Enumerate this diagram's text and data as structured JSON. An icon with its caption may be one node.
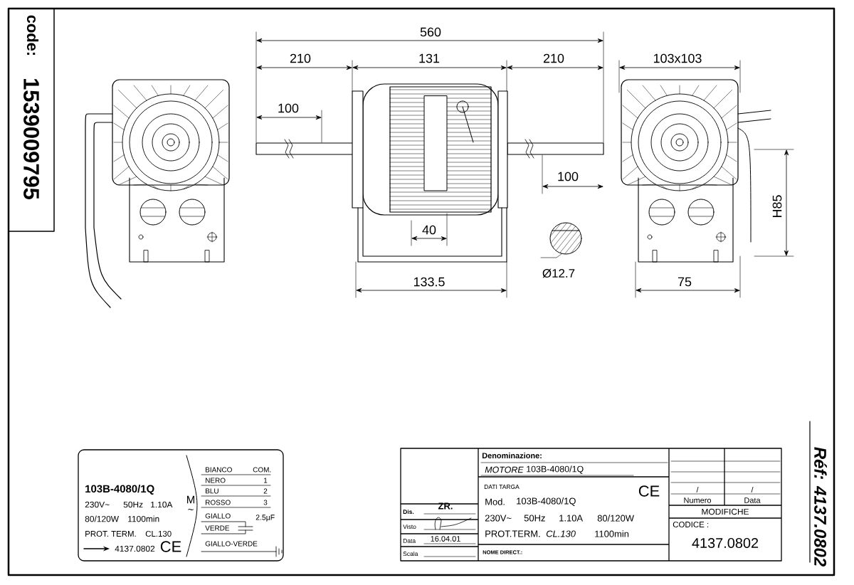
{
  "diagram": {
    "labels": [
      "code:",
      "1539009795",
      "560",
      "210",
      "131",
      "210",
      "103x103",
      "100",
      "100",
      "H85",
      "40",
      "Ø12.7",
      "133.5",
      "75",
      "Réf: 4137.0802",
      "103B-4080/1Q",
      "230V~",
      "50Hz",
      "1.10A",
      "80/120W",
      "1100min",
      "PROT. TERM.",
      "CL.130",
      "4137.0802",
      "CE",
      "M",
      "~",
      "BIANCO",
      "COM.",
      "NERO",
      "1",
      "BLU",
      "2",
      "ROSSO",
      "3",
      "GIALLO",
      "2.5µF",
      "VERDE",
      "GIALLO-VERDE",
      "Denominazione:",
      "MOTORE",
      "103B-4080/1Q",
      "DATI TARGA",
      "CE",
      "Mod.",
      "103B-4080/1Q",
      "230V~",
      "50Hz",
      "1.10A",
      "80/120W",
      "PROT.TERM.",
      "CL.130",
      "1100min",
      "NOME DIRECT.:",
      "Dis.",
      "ZR.",
      "Visto",
      "Data",
      "16.04.01",
      "Scala",
      "/",
      "/",
      "Numero",
      "Data",
      "MODIFICHE",
      "CODICE :",
      "4137.0802"
    ]
  }
}
